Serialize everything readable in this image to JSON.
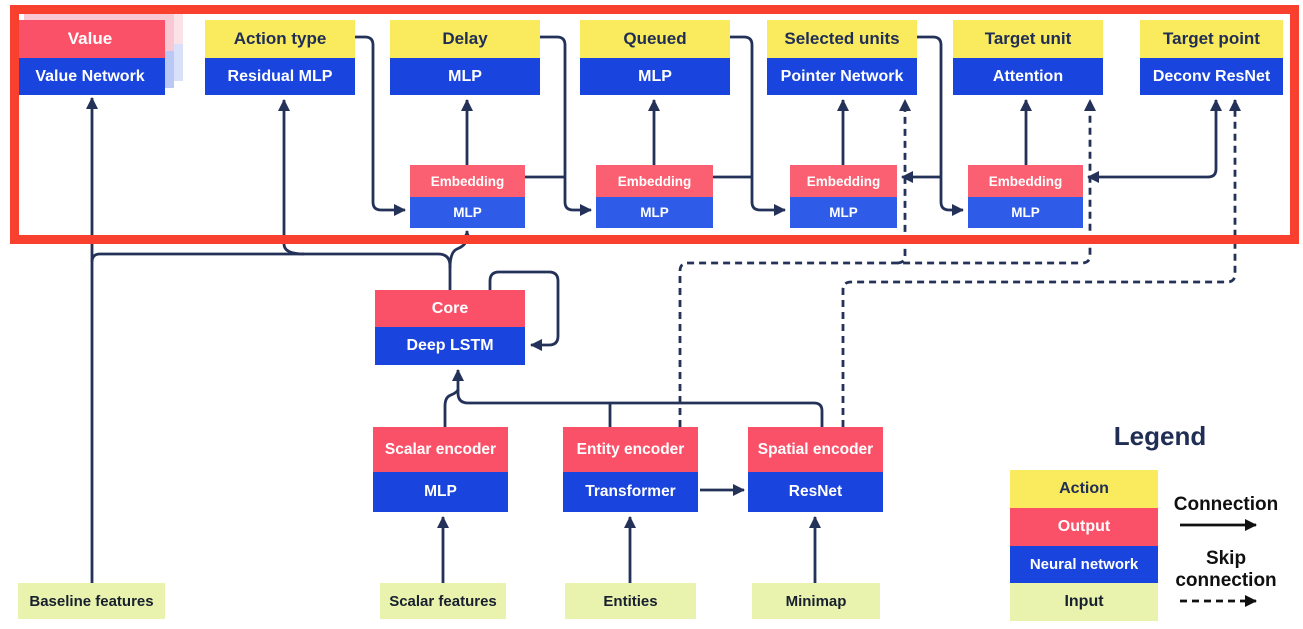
{
  "heads": [
    {
      "action": "Value",
      "network": "Value Network"
    },
    {
      "action": "Action type",
      "network": "Residual MLP"
    },
    {
      "action": "Delay",
      "network": "MLP"
    },
    {
      "action": "Queued",
      "network": "MLP"
    },
    {
      "action": "Selected units",
      "network": "Pointer Network"
    },
    {
      "action": "Target unit",
      "network": "Attention"
    },
    {
      "action": "Target point",
      "network": "Deconv ResNet"
    }
  ],
  "embeddings": [
    {
      "output": "Embedding",
      "network": "MLP"
    },
    {
      "output": "Embedding",
      "network": "MLP"
    },
    {
      "output": "Embedding",
      "network": "MLP"
    },
    {
      "output": "Embedding",
      "network": "MLP"
    }
  ],
  "core": {
    "output": "Core",
    "network": "Deep LSTM"
  },
  "encoders": [
    {
      "output": "Scalar encoder",
      "network": "MLP"
    },
    {
      "output": "Entity encoder",
      "network": "Transformer"
    },
    {
      "output": "Spatial encoder",
      "network": "ResNet"
    }
  ],
  "inputs": [
    {
      "label": "Baseline features"
    },
    {
      "label": "Scalar features"
    },
    {
      "label": "Entities"
    },
    {
      "label": "Minimap"
    }
  ],
  "legend": {
    "title": "Legend",
    "items": [
      {
        "label": "Action"
      },
      {
        "label": "Output"
      },
      {
        "label": "Neural network"
      },
      {
        "label": "Input"
      }
    ],
    "connection_label": "Connection",
    "skip_connection_label": "Skip\nconnection"
  },
  "colors": {
    "yellow": "#f9ea5e",
    "pink": "#fa5168",
    "blue": "#1944dd",
    "epink": "#fb5f72",
    "eblue": "#2e5ce8",
    "green": "#e9f3ad",
    "line": "#24325a",
    "frame": "#f9402f",
    "navy": "#202e55",
    "black": "#101010"
  }
}
